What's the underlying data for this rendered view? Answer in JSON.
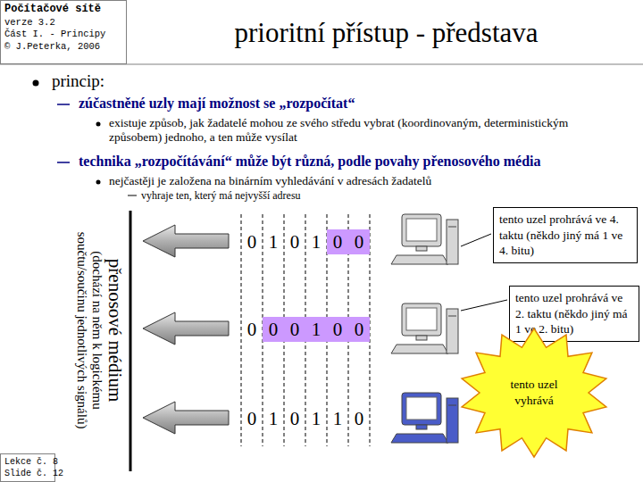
{
  "diagram": {
    "title": "prioritní přístup - představa",
    "nodes": [
      {
        "text": [
          "Počítačové sítě",
          "verze 3.2",
          "Část I. - Principy",
          "© J.Peterka, 2006"
        ]
      },
      {
        "text": [
          "0",
          "1",
          "0",
          "1",
          "0",
          "0"
        ]
      },
      {
        "text": [
          "tento uzel prohrává ve 4. taktu (někdo jiný má 1 ve 4. bitu)"
        ]
      },
      {
        "text": [
          "0",
          "0",
          "0",
          "1",
          "0",
          "0"
        ]
      },
      {
        "text": [
          "tento uzel prohrává ve 2. taktu (někdo jiný má 1 ve 2. bitu)"
        ]
      },
      {
        "text": [
          "0",
          "1",
          "0",
          "1",
          "1",
          "0"
        ]
      },
      {
        "text": [
          "tento uzel vyhrává"
        ]
      },
      {
        "text": [
          "Lekce č. 8",
          "Slide č. 12"
        ]
      }
    ],
    "labels": [
      "princip:",
      "zúčastněné uzly mají možnost se „rozpočítat“",
      "existuje způsob, jak žadatelé mohou ze svého středu vybrat (koordinovaným, deterministickým způsobem) jednoho, a ten může vysílat",
      "technika „rozpočítávání“ může být různá, podle povahy přenosového média",
      "nejčastěji je založena na binárním vyhledávání v adresách žadatelů",
      "vyhraje ten, který má nejvyšší adresu",
      "přenosové médium",
      "(dochází na něm k logickému součtu/součinu jednotlivých signálů)"
    ]
  }
}
